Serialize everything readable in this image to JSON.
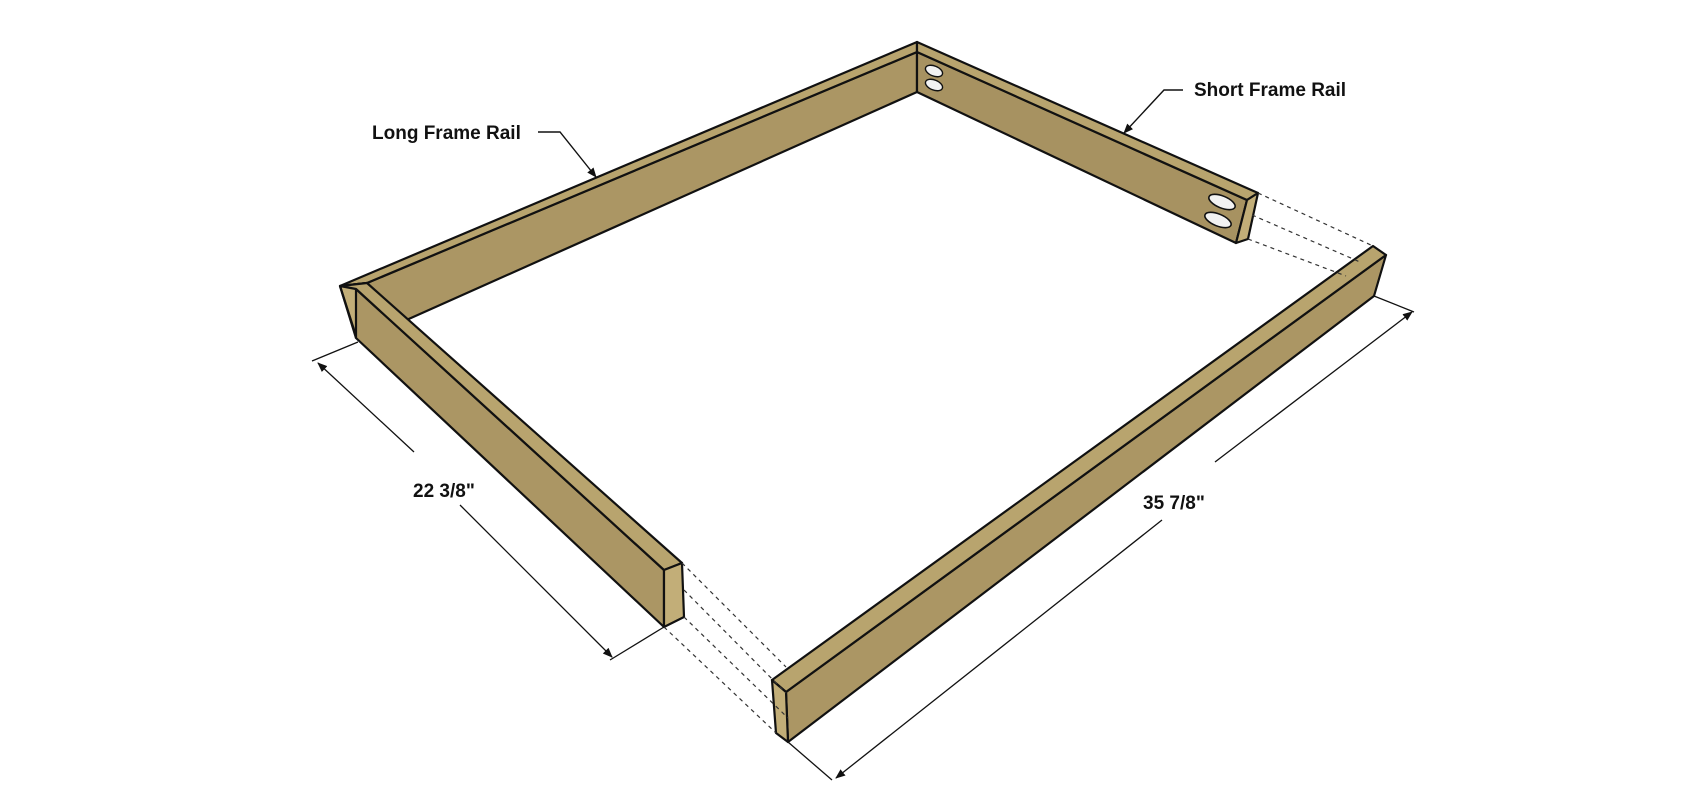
{
  "diagram": {
    "labels": {
      "long_rail": "Long Frame Rail",
      "short_rail": "Short Frame Rail"
    },
    "dimensions": {
      "short_length": "22 3/8\"",
      "long_length": "35 7/8\""
    },
    "colors": {
      "wood_top": "#b8a46e",
      "wood_side": "#ab9664",
      "wood_dark": "#9c8757",
      "wood_end": "#c2ae78",
      "pocket_hole": "#f2f2f2",
      "line": "#111111"
    },
    "icons": [
      "pocket-hole-icon",
      "dimension-arrow-icon",
      "leader-arrow-icon"
    ]
  }
}
